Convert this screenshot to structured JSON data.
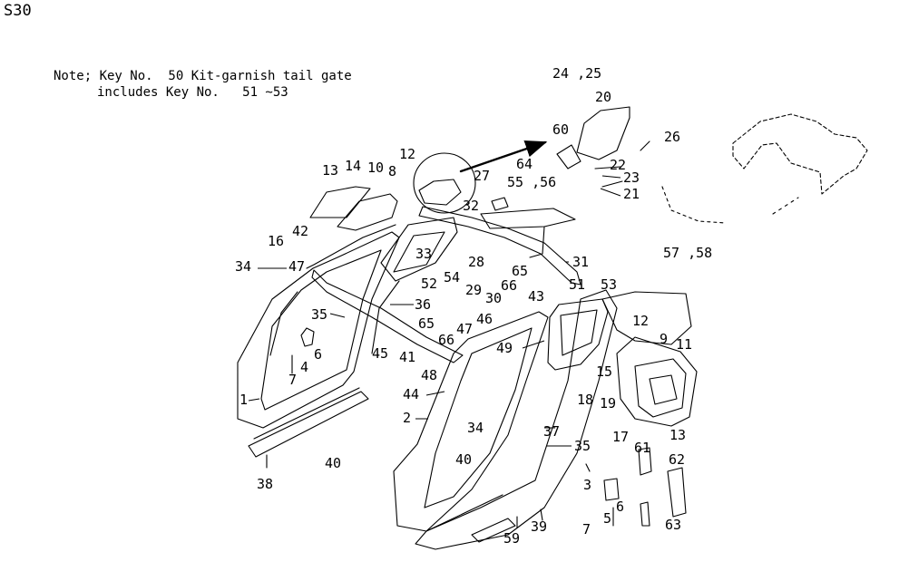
{
  "page": {
    "code": "S30"
  },
  "note": {
    "line1": "Note; Key No.  50 Kit-garnish tail gate",
    "line2": "includes Key No.   51 ~53"
  },
  "callouts": [
    "24 ,25",
    "20",
    "60",
    "26",
    "22",
    "23",
    "21",
    "64",
    "27",
    "55 ,56",
    "13",
    "14",
    "10",
    "8",
    "12",
    "32",
    "42",
    "16",
    "33",
    "34",
    "47",
    "28",
    "31",
    "54",
    "52",
    "29",
    "65",
    "66",
    "30",
    "43",
    "51",
    "53",
    "36",
    "35",
    "65",
    "47",
    "66",
    "46",
    "57 ,58",
    "12",
    "9",
    "11",
    "6",
    "4",
    "7",
    "45",
    "41",
    "49",
    "15",
    "1",
    "48",
    "44",
    "18",
    "19",
    "17",
    "13",
    "2",
    "34",
    "37",
    "35",
    "61",
    "62",
    "38",
    "40",
    "40",
    "3",
    "5",
    "6",
    "7",
    "63",
    "39",
    "59"
  ],
  "colors": {
    "ink": "#000000",
    "background": "#ffffff"
  }
}
